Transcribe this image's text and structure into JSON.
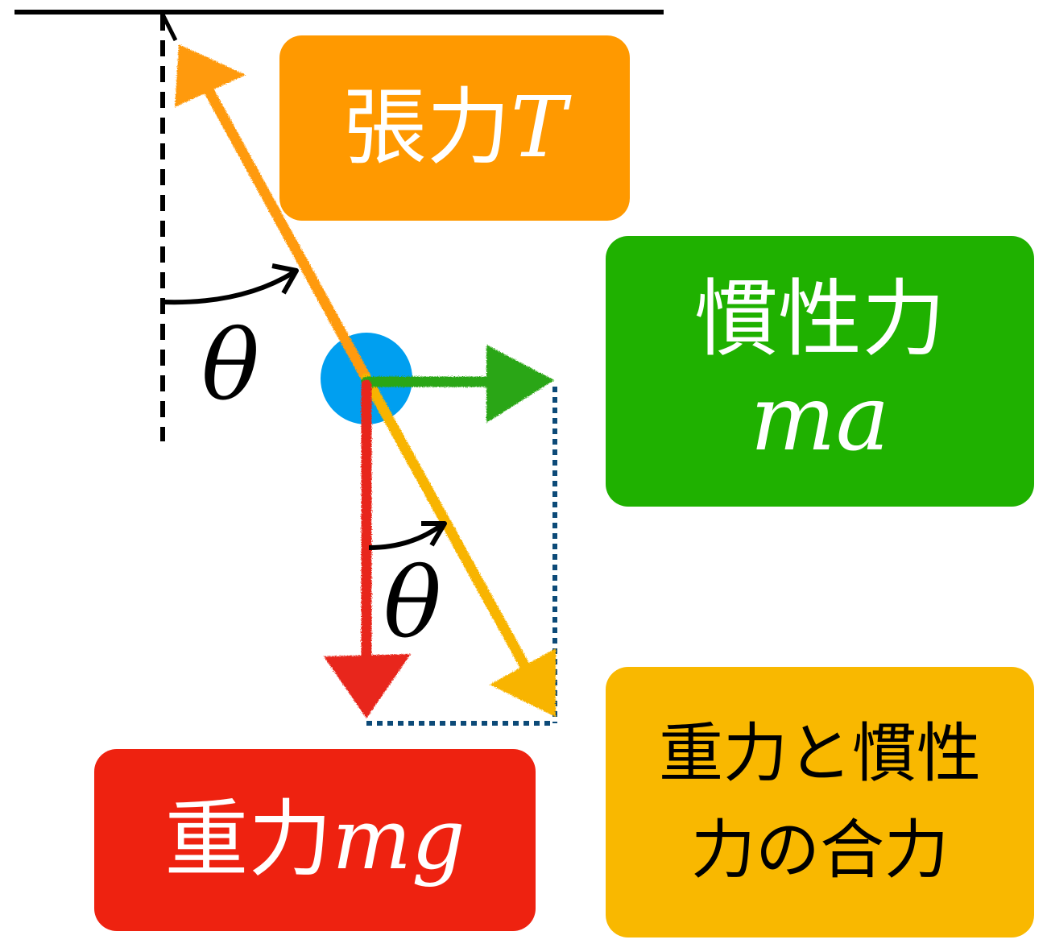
{
  "labels": {
    "tension": {
      "jp": "張力",
      "math": "T"
    },
    "inertial": {
      "jp": "慣性力",
      "math": "ma"
    },
    "gravity": {
      "jp": "重力",
      "math": "mg"
    },
    "resultant": {
      "line1": "重力と慣性",
      "line2": "力の合力"
    }
  },
  "angles": {
    "upper": "θ",
    "lower": "θ"
  },
  "colors": {
    "tension_box": "#ff9900",
    "tension_arrow": "#ff9a0a",
    "inertial_box": "#1fb100",
    "inertial_arrow": "#2aa612",
    "gravity_box": "#ee2210",
    "gravity_arrow": "#e8281a",
    "resultant_box": "#f9b800",
    "resultant_arrow": "#f8b400",
    "bob": "#009ff0",
    "ceiling": "#000000",
    "dashed_vertical": "#000000",
    "dotted_guides": "#0c4a78",
    "label_text_light": "#ffffff",
    "label_text_dark": "#000000"
  }
}
